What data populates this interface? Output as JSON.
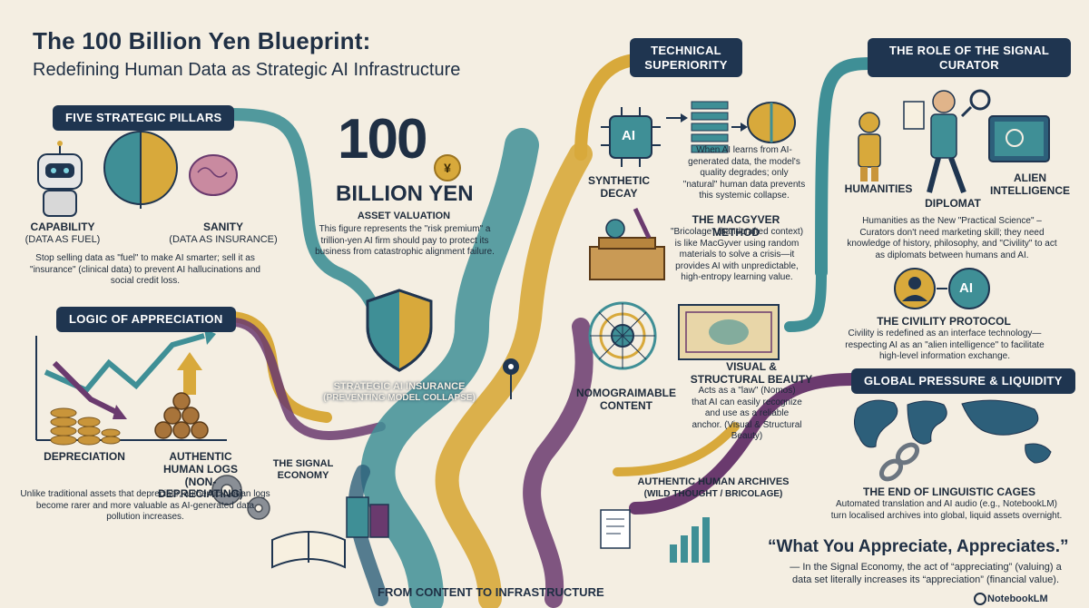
{
  "header": {
    "title": "The 100 Billion Yen Blueprint:",
    "subtitle": "Redefining Human Data as Strategic AI Infrastructure"
  },
  "pillars": {
    "heading": "FIVE STRATEGIC PILLARS",
    "capability": "CAPABILITY",
    "capability_sub": "(DATA AS FUEL)",
    "sanity": "SANITY",
    "sanity_sub": "(DATA AS INSURANCE)",
    "body": "Stop selling data as \"fuel\" to make AI smarter; sell it as \"insurance\" (clinical data) to prevent AI hallucinations and social credit loss."
  },
  "appreciation": {
    "heading": "LOGIC OF APPRECIATION",
    "depreciation": "DEPRECIATION",
    "authentic": "AUTHENTIC HUMAN LOGS (NON-DEPRECIATING)",
    "body": "Unlike traditional assets that depreciate, authentic human logs become rarer and more valuable as AI-generated data pollution increases."
  },
  "valuation": {
    "number": "100",
    "currency_symbol": "¥",
    "unit": "BILLION YEN",
    "label": "ASSET VALUATION",
    "body": "This figure represents the \"risk premium\" a trillion-yen AI firm should pay to protect its business from catastrophic alignment failure."
  },
  "insurance": {
    "label": "STRATEGIC AI INSURANCE",
    "sub": "(PREVENTING MODEL COLLAPSE)"
  },
  "signal_economy": "THE SIGNAL ECONOMY",
  "archives": {
    "label": "AUTHENTIC HUMAN ARCHIVES",
    "sub": "(WILD THOUGHT / BRICOLAGE)"
  },
  "technical": {
    "heading": "TECHNICAL SUPERIORITY",
    "ai_chip": "AI",
    "synthetic_decay": "SYNTHETIC DECAY",
    "synthetic_body": "When AI learns from AI-generated data, the model's quality degrades; only \"natural\" human data prevents this systemic collapse.",
    "macgyver": "THE MACGYVER METHOD",
    "macgyver_body": "\"Bricolage\" (handcrafted context) is like MacGyver using random materials to solve a crisis—it provides AI with unpredictable, high-entropy learning value.",
    "nomo": "NOMOGRAIMABLE CONTENT",
    "visual": "VISUAL & STRUCTURAL BEAUTY",
    "visual_body": "Acts as a \"law\" (Nomos) that AI can easily recognize and use as a reliable anchor. (Visual & Structural Beauty)"
  },
  "curator": {
    "heading": "THE ROLE OF THE SIGNAL CURATOR",
    "humanities": "HUMANITIES",
    "diplomat": "DIPLOMAT",
    "alien": "ALIEN INTELLIGENCE",
    "body": "Humanities as the New \"Practical Science\" – Curators don't need marketing skill; they need knowledge of history, philosophy, and \"Civility\" to act as diplomats between humans and AI.",
    "ai_badge": "AI",
    "civility": "THE CIVILITY PROTOCOL",
    "civility_body": "Civility is redefined as an interface technology—respecting AI as an \"alien intelligence\" to facilitate high-level information exchange."
  },
  "global": {
    "heading": "GLOBAL PRESSURE & LIQUIDITY",
    "cages": "THE END OF LINGUISTIC CAGES",
    "cages_body": "Automated translation and AI audio (e.g., NotebookLM) turn localised archives into global, liquid assets overnight."
  },
  "quote": {
    "text": "“What You Appreciate, Appreciates.”",
    "body": "— In the Signal Economy, the act of “appreciating” (valuing) a data set literally increases its “appreciation” (financial value)."
  },
  "footer": "FROM CONTENT TO INFRASTRUCTURE",
  "brand": "NotebookLM",
  "colors": {
    "navy": "#1f3550",
    "teal": "#3f8f96",
    "gold": "#d8a93b",
    "purple": "#6a3a6e",
    "cream": "#f4eee2"
  }
}
